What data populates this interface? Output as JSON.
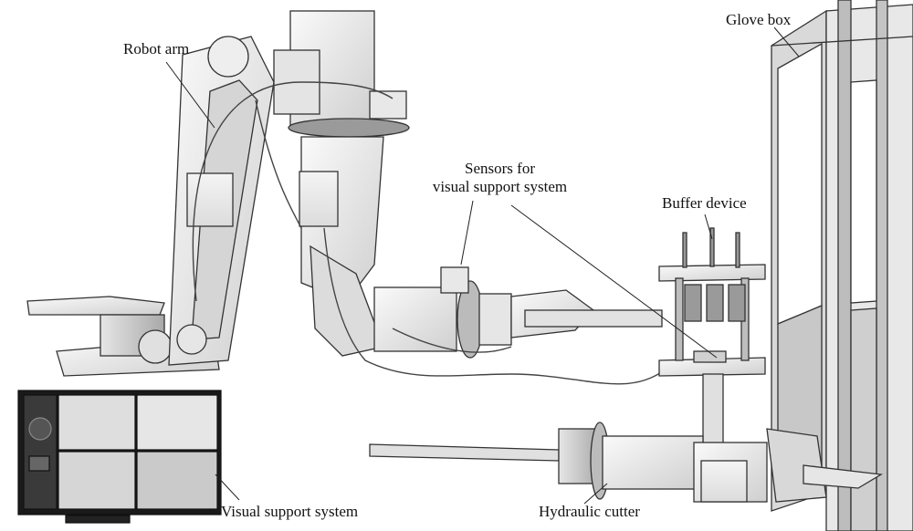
{
  "labels": {
    "robot_arm": "Robot arm",
    "glove_box": "Glove box",
    "sensors_line1": "Sensors for",
    "sensors_line2": "visual support system",
    "buffer_device": "Buffer device",
    "hydraulic_cutter": "Hydraulic cutter",
    "visual_support_system": "Visual support system"
  }
}
